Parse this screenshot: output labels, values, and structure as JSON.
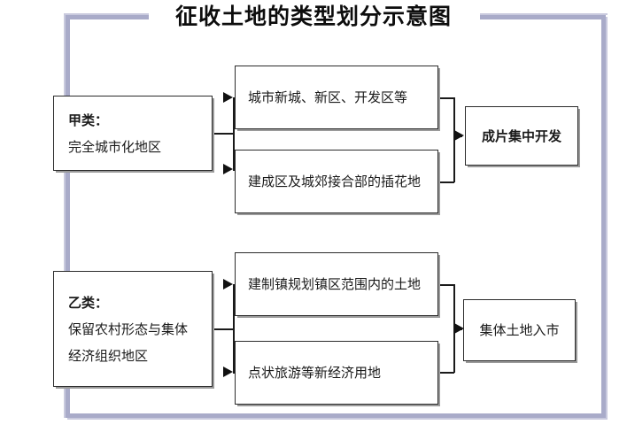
{
  "diagram": {
    "title": "征收土地的类型划分示意图",
    "frame_color": "#a9abc9",
    "frame_highlight_color": "#c9cade",
    "box_border_color": "#2b2b2b",
    "connector_color": "#1a1a1a",
    "groups": [
      {
        "id": "group-a",
        "source": {
          "heading": "甲类：",
          "description": "完全城市化地区"
        },
        "branches": [
          {
            "id": "branch-a1",
            "label": "城市新城、新区、开发区等"
          },
          {
            "id": "branch-a2",
            "label": "建成区及城郊接合部的插花地"
          }
        ],
        "outcome": {
          "id": "outcome-a",
          "label": "成片集中开发"
        }
      },
      {
        "id": "group-b",
        "source": {
          "heading": "乙类：",
          "description_line1": "保留农村形态与集体",
          "description_line2": "经济组织地区"
        },
        "branches": [
          {
            "id": "branch-b1",
            "label": "建制镇规划镇区范围内的土地"
          },
          {
            "id": "branch-b2",
            "label": "点状旅游等新经济用地"
          }
        ],
        "outcome": {
          "id": "outcome-b",
          "label": "集体土地入市"
        }
      }
    ]
  }
}
